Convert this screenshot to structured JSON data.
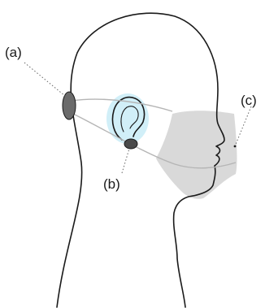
{
  "diagram": {
    "labels": {
      "a": "(a)",
      "b": "(b)",
      "c": "(c)"
    },
    "colors": {
      "outline": "#1a1a1a",
      "strap": "#b5b5b5",
      "mask_fill": "#d9d9d9",
      "device_fill": "#6b6b6b",
      "earpiece_fill": "#4a4a4a",
      "ear_glow": "#c9ecf7",
      "leader_line": "#666666"
    },
    "components": {
      "a": "dark-oval-device-behind-head",
      "b": "dark-earpiece-under-ear",
      "c": "grey-face-mask-over-mouth"
    }
  }
}
